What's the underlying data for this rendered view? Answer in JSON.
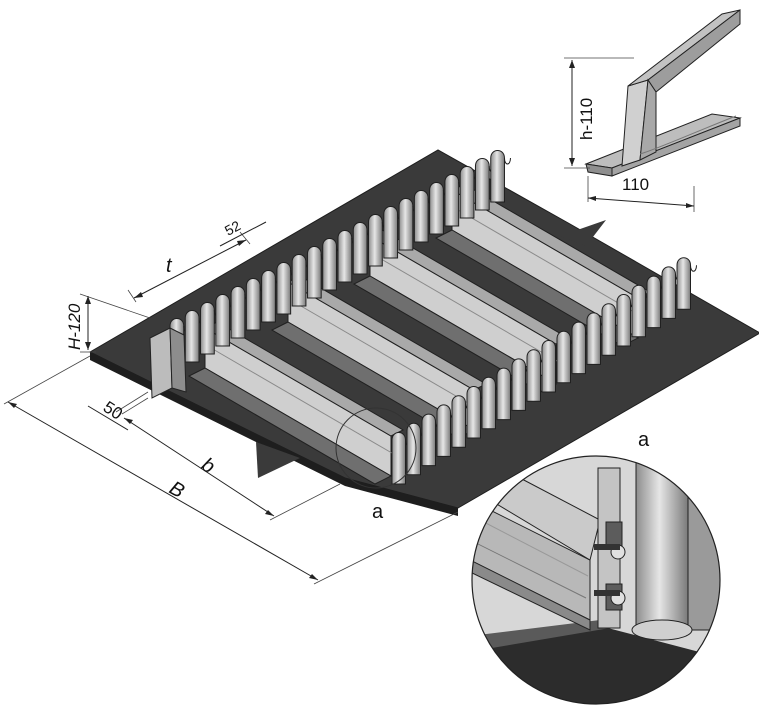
{
  "dimensions": {
    "B": "B",
    "b": "b",
    "t": "t",
    "sidewall_height": "H-120",
    "edge_gap": "50",
    "cleat_gap": "52",
    "cleat_height": "h-110",
    "cleat_width": "110"
  },
  "detail": {
    "callout": "a",
    "detail_title": "a"
  },
  "colors": {
    "belt": "#3a3a3a",
    "belt_edge": "#1e1e1e",
    "cleat_light": "#cfcfcf",
    "cleat_mid": "#a9a9a9",
    "cleat_dark": "#6f6f6f",
    "outline": "#202020"
  }
}
